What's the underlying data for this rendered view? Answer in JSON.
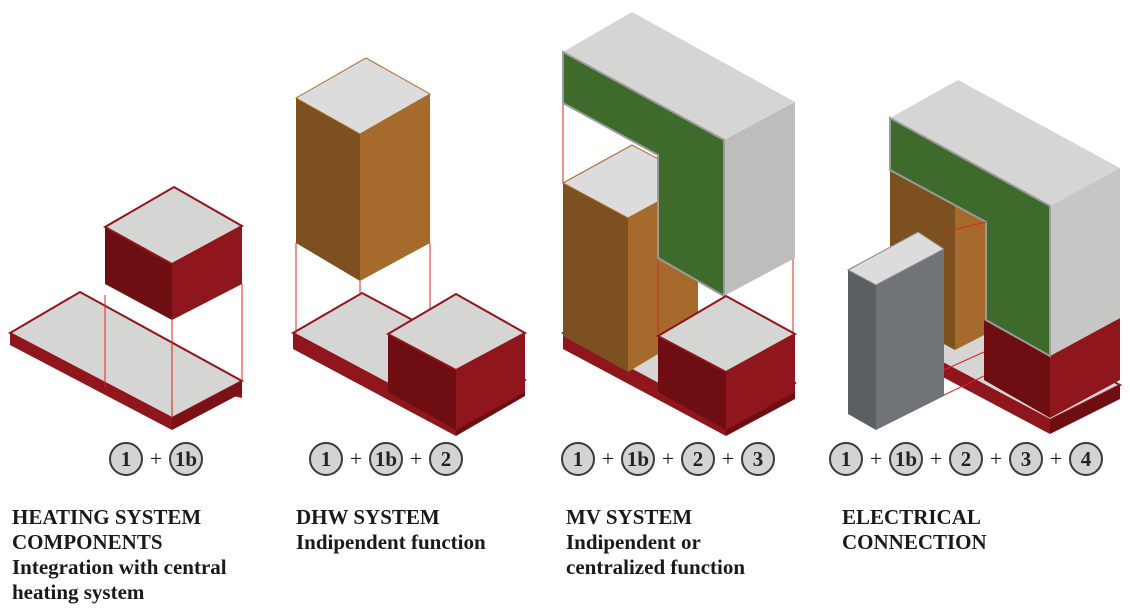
{
  "groups": [
    {
      "id": "heating",
      "badges": [
        "1",
        "1b"
      ],
      "caption": [
        "HEATING SYSTEM",
        "COMPONENTS",
        "Integration with central",
        "heating system"
      ]
    },
    {
      "id": "dhw",
      "badges": [
        "1",
        "1b",
        "2"
      ],
      "caption": [
        "DHW SYSTEM",
        "Indipendent function"
      ]
    },
    {
      "id": "mv",
      "badges": [
        "1",
        "1b",
        "2",
        "3"
      ],
      "caption": [
        "MV SYSTEM",
        "Indipendent or",
        "centralized function"
      ]
    },
    {
      "id": "electrical",
      "badges": [
        "1",
        "1b",
        "2",
        "3",
        "4"
      ],
      "caption": [
        "ELECTRICAL",
        "CONNECTION"
      ]
    }
  ],
  "operator": "+",
  "colors": {
    "red_dark": "#6e0e12",
    "red": "#8f161c",
    "brown_dark": "#7d5020",
    "brown": "#a66b2c",
    "green": "#3e6a2b",
    "gray_light": "#d5d5d3",
    "gray_side": "#bdbdbb",
    "gray_dark": "#5c5f62",
    "badge_fill": "#d3d3d3"
  }
}
